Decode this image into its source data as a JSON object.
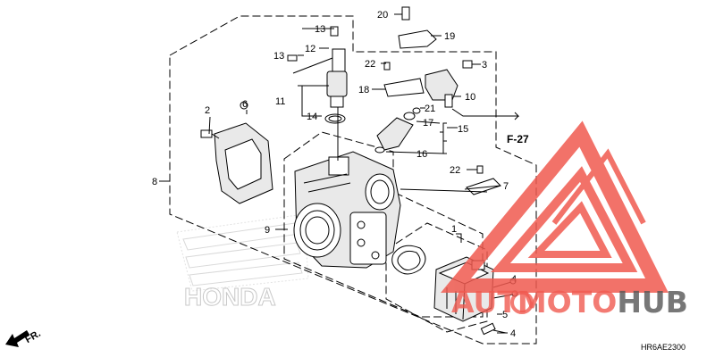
{
  "diagram": {
    "labels": {
      "p1": "1",
      "p2": "2",
      "p3": "3",
      "p4a": "4",
      "p4b": "4",
      "p5": "5",
      "p6": "6",
      "p7": "7",
      "p8": "8",
      "p9": "9",
      "p10": "10",
      "p11": "11",
      "p12": "12",
      "p13a": "13",
      "p13b": "13",
      "p14": "14",
      "p15": "15",
      "p16": "16",
      "p17": "17",
      "p18": "18",
      "p19": "19",
      "p20": "20",
      "p21": "21",
      "p22a": "22",
      "p22b": "22"
    },
    "reference": "F-27",
    "diagram_code": "HR6AE2300",
    "direction_label": "FR."
  },
  "watermark": {
    "brand_text": "HONDA",
    "name_part1": "AUT",
    "name_part2": "MOTO",
    "name_part3": "HUB",
    "accent_color": "#f05a50",
    "dark_color": "#555555"
  }
}
